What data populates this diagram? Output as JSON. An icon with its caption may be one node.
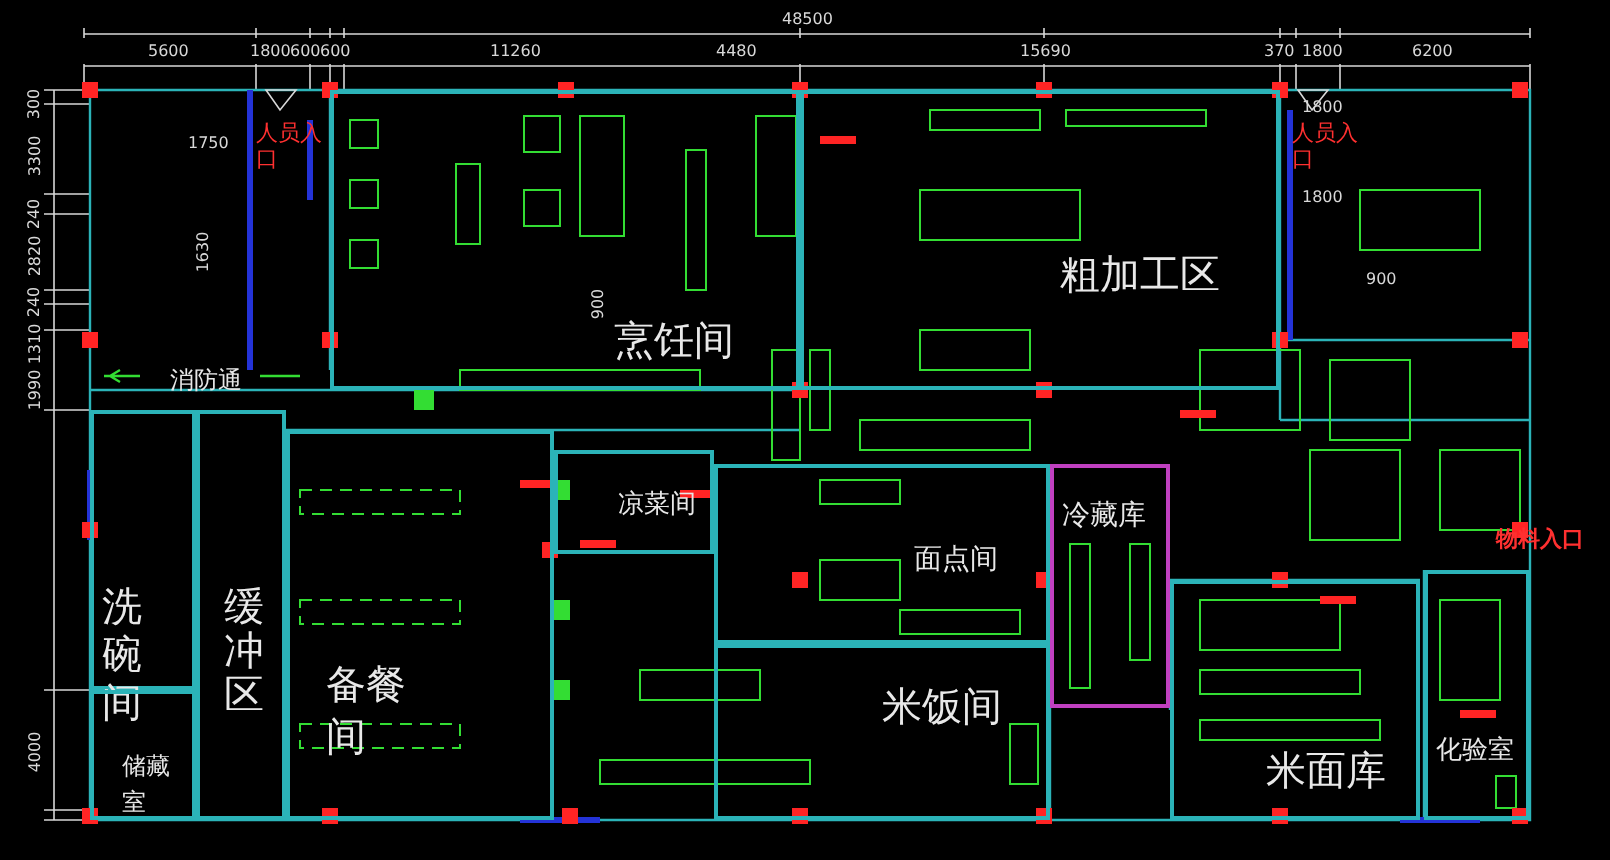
{
  "diagram": {
    "nodes": [
      {
        "text": [
          "烹饪间"
        ]
      },
      {
        "text": [
          "粗加工区"
        ]
      },
      {
        "text": [
          "凉菜间"
        ]
      },
      {
        "text": [
          "面点间"
        ]
      },
      {
        "text": [
          "冷藏库"
        ]
      },
      {
        "text": [
          "米饭间"
        ]
      },
      {
        "text": [
          "米面库"
        ]
      },
      {
        "text": [
          "洗碗间"
        ]
      },
      {
        "text": [
          "缓冲区"
        ]
      },
      {
        "text": [
          "备餐间"
        ]
      },
      {
        "text": [
          "储藏室"
        ]
      },
      {
        "text": [
          "化验室"
        ]
      }
    ],
    "edges": [],
    "labels": [
      "48500",
      "5600",
      "1800",
      "600",
      "600",
      "11260",
      "4480",
      "15690",
      "370",
      "1800",
      "6200",
      "1800",
      "1800",
      "1750",
      "1630",
      "300",
      "3300",
      "240",
      "2820",
      "240",
      "1310",
      "1990",
      "4000",
      "900",
      "900",
      "人员入口",
      "人员入口",
      "消防通",
      "物料入口"
    ]
  }
}
